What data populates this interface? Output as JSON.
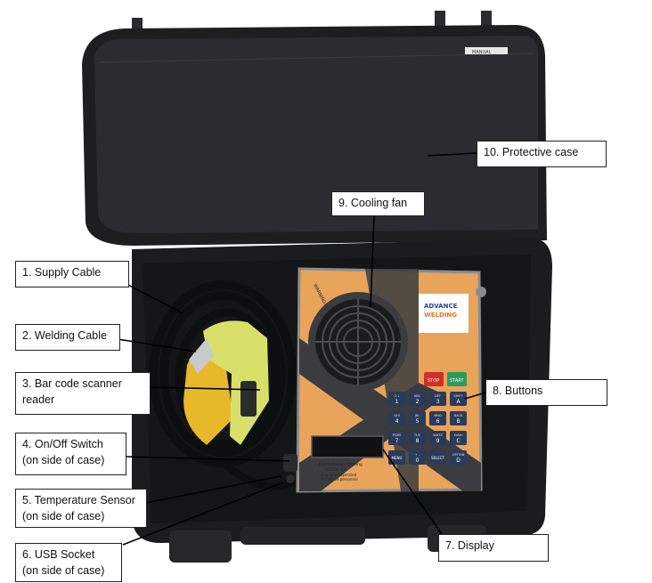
{
  "device": {
    "lid_sticker_text": "MANUAL",
    "warning_text": "WARNING! Do NOT block the fan vent",
    "brand_line_1": "ADVANCE",
    "brand_line_2": "WELDING",
    "stop_label": "STOP",
    "start_label": "START",
    "model_line_1": "Electrofusion Welding",
    "model_line_2": "AT3150 V2",
    "model_line_3": "Only to be operated",
    "model_line_4": "by trained personnel",
    "keys": [
      {
        "sub": "0 1",
        "main": "1"
      },
      {
        "sub": "ABC",
        "main": "2"
      },
      {
        "sub": "DEF",
        "main": "3"
      },
      {
        "sub": "SHIFT",
        "main": "A"
      },
      {
        "sub": "GHI",
        "main": "4"
      },
      {
        "sub": "JKL",
        "main": "5"
      },
      {
        "sub": "MNO",
        "main": "6"
      },
      {
        "sub": "BACK",
        "main": "B"
      },
      {
        "sub": "PQRS",
        "main": "7"
      },
      {
        "sub": "TUV",
        "main": "8"
      },
      {
        "sub": "WXYZ",
        "main": "9"
      },
      {
        "sub": "Enter",
        "main": "C"
      },
      {
        "sub": "",
        "main": "MENU"
      },
      {
        "sub": "+ -",
        "main": "0"
      },
      {
        "sub": "",
        "main": "SELECT"
      },
      {
        "sub": "OPTION",
        "main": "D"
      }
    ]
  },
  "labels": {
    "supply_cable": "1. Supply Cable",
    "welding_cable": "2. Welding Cable",
    "barcode": "3. Bar code scanner\nreader",
    "onoff": "4. On/Off Switch\n(on side of case)",
    "temp": "5. Temperature Sensor\n(on side of case)",
    "usb": "6. USB Socket\n(on side of case)",
    "display": "7. Display",
    "buttons": "8. Buttons",
    "fan": "9. Cooling fan",
    "case": "10. Protective case"
  },
  "colors": {
    "case_black": "#1e1f21",
    "panel_orange": "#e8a45a",
    "panel_grey": "#3a3c3f",
    "scanner_yellow": "#d8e06a",
    "plug_yellow": "#e6b82a",
    "stop_red": "#d0302a",
    "start_green": "#2c9a5a"
  }
}
